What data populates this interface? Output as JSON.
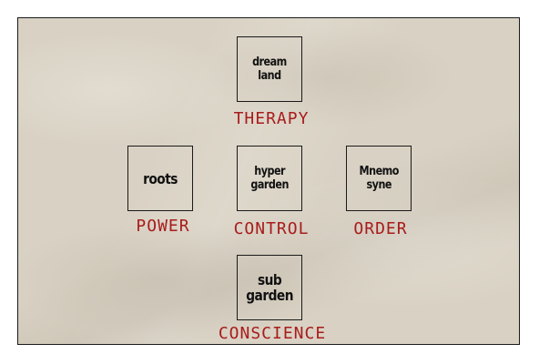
{
  "diagram": {
    "nodes": {
      "top": {
        "lines": [
          "dream",
          "land"
        ],
        "label": "THERAPY"
      },
      "left": {
        "lines": [
          "roots"
        ],
        "label": "POWER"
      },
      "center": {
        "lines": [
          "hyper",
          "garden"
        ],
        "label": "CONTROL"
      },
      "right": {
        "lines": [
          "Mnemo",
          "syne"
        ],
        "label": "ORDER"
      },
      "bottom": {
        "lines": [
          "sub",
          "garden"
        ],
        "label": "CONSCIENCE"
      }
    }
  },
  "colors": {
    "label": "#a81c1c",
    "box_border": "#1a1a1a",
    "background": "#d9d2c4"
  }
}
